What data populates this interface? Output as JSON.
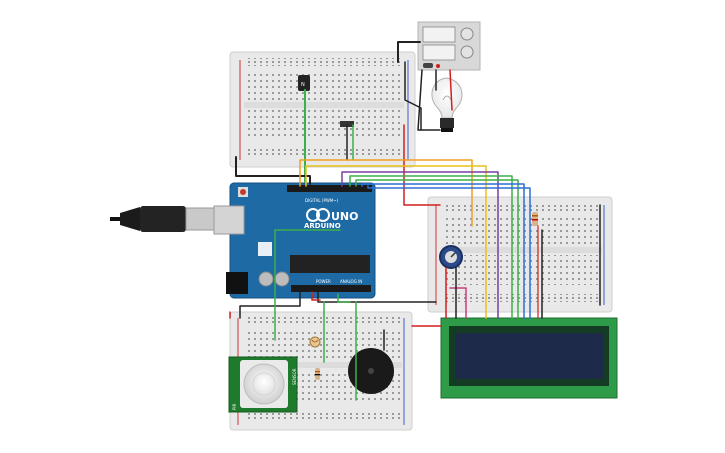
{
  "canvas": {
    "background": "#ffffff"
  },
  "arduino": {
    "brand_text": "ARDUINO",
    "model_text": "UNO",
    "digital_header": "DIGITAL (PWM~)",
    "power_header": "POWER",
    "analog_header": "ANALOG IN",
    "board_color": "#1d6aa5",
    "chip_color": "#222222"
  },
  "pir_sensor": {
    "side_label_left": "PIR",
    "side_label_right": "SENSOR"
  },
  "colors": {
    "breadboard": "#e9e9e9",
    "rail_red": "#d23232",
    "rail_blue": "#3a5fcd",
    "wire_red": "#d11f1f",
    "wire_black": "#222222",
    "wire_green": "#3cb04a",
    "wire_orange": "#f0a020",
    "wire_yellow": "#e8c21a",
    "wire_blue": "#2d6fd6",
    "wire_purple": "#7a3fa0",
    "wire_pink": "#cc3d7a",
    "lcd_pcb": "#2e9b48",
    "lcd_screen": "#1d2a4a",
    "relay": "#d8d8d8",
    "buzzer": "#1a1a1a"
  },
  "components": [
    "usb-cable",
    "arduino-uno",
    "breadboard-top",
    "breadboard-right",
    "breadboard-bottom",
    "relay-module",
    "light-bulb",
    "transistor",
    "potentiometer",
    "lcd-16x2",
    "pir-sensor",
    "photoresistor",
    "piezo-buzzer",
    "resistor"
  ]
}
